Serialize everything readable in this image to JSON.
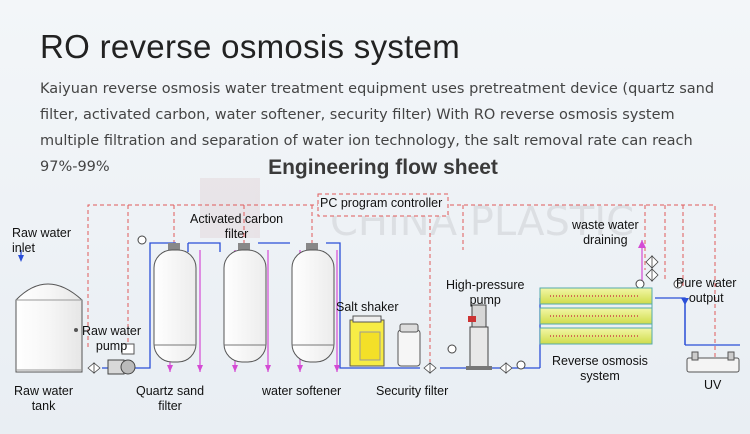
{
  "header": {
    "title": "RO reverse osmosis system",
    "description": "Kaiyuan reverse osmosis water treatment equipment uses pretreatment device (quartz sand filter, activated carbon, water softener, security filter) With RO reverse osmosis system multiple filtration and separation of water ion technology, the salt removal rate can reach 97%-99%"
  },
  "diagram": {
    "title": "Engineering flow sheet",
    "watermark_text": "CHINA PLASTIC",
    "labels": {
      "raw_water_inlet": "Raw water\ninlet",
      "raw_water_tank": "Raw water\ntank",
      "raw_water_pump": "Raw water\npump",
      "quartz_sand_filter": "Quartz sand\nfilter",
      "activated_carbon_filter": "Activated carbon\nfilter",
      "water_softener": "water softener",
      "pc_program_controller": "PC program controller",
      "salt_shaker": "Salt shaker",
      "security_filter": "Security filter",
      "high_pressure_pump": "High-pressure\npump",
      "waste_water_draining": "waste water\ndraining",
      "pure_water_output": "Pure water\noutput",
      "reverse_osmosis_system": "Reverse osmosis\nsystem",
      "uv": "UV"
    },
    "colors": {
      "control_line": "#e05a5a",
      "water_line": "#2b4fd8",
      "drain_line": "#d44ad4",
      "membrane": "#e6ee7a",
      "salt": "#f3e028"
    }
  }
}
